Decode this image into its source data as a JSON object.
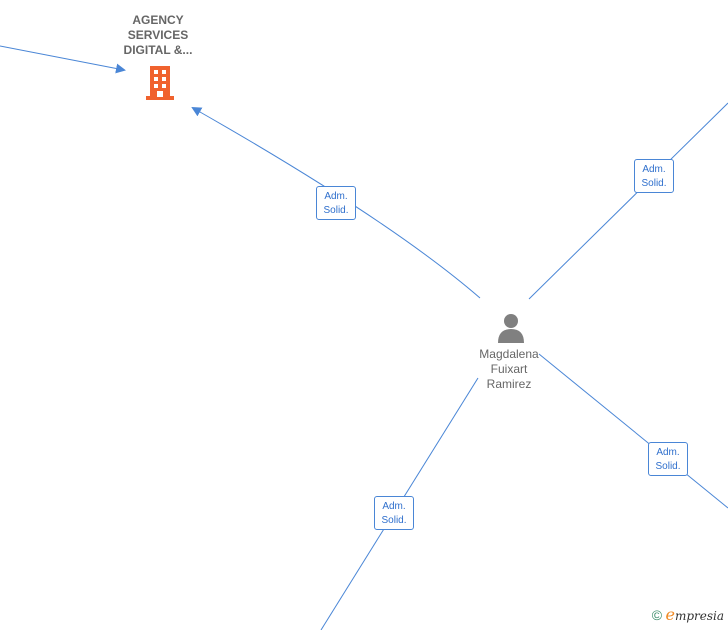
{
  "company": {
    "name_lines": [
      "AGENCY",
      "SERVICES",
      "DIGITAL &..."
    ],
    "icon": "building-icon",
    "icon_color": "#f0622e"
  },
  "person": {
    "name_lines": [
      "Magdalena",
      "Fuixart",
      "Ramirez"
    ],
    "icon": "person-icon",
    "icon_color": "#808080"
  },
  "edges": [
    {
      "label_lines": [
        "Adm.",
        "Solid."
      ]
    },
    {
      "label_lines": [
        "Adm.",
        "Solid."
      ]
    },
    {
      "label_lines": [
        "Adm.",
        "Solid."
      ]
    },
    {
      "label_lines": [
        "Adm.",
        "Solid."
      ]
    }
  ],
  "colors": {
    "edge": "#4a86d6",
    "label_text": "#2f6fcc"
  },
  "watermark": {
    "copyright": "©",
    "brand_initial": "e",
    "brand_rest": "mpresia"
  }
}
